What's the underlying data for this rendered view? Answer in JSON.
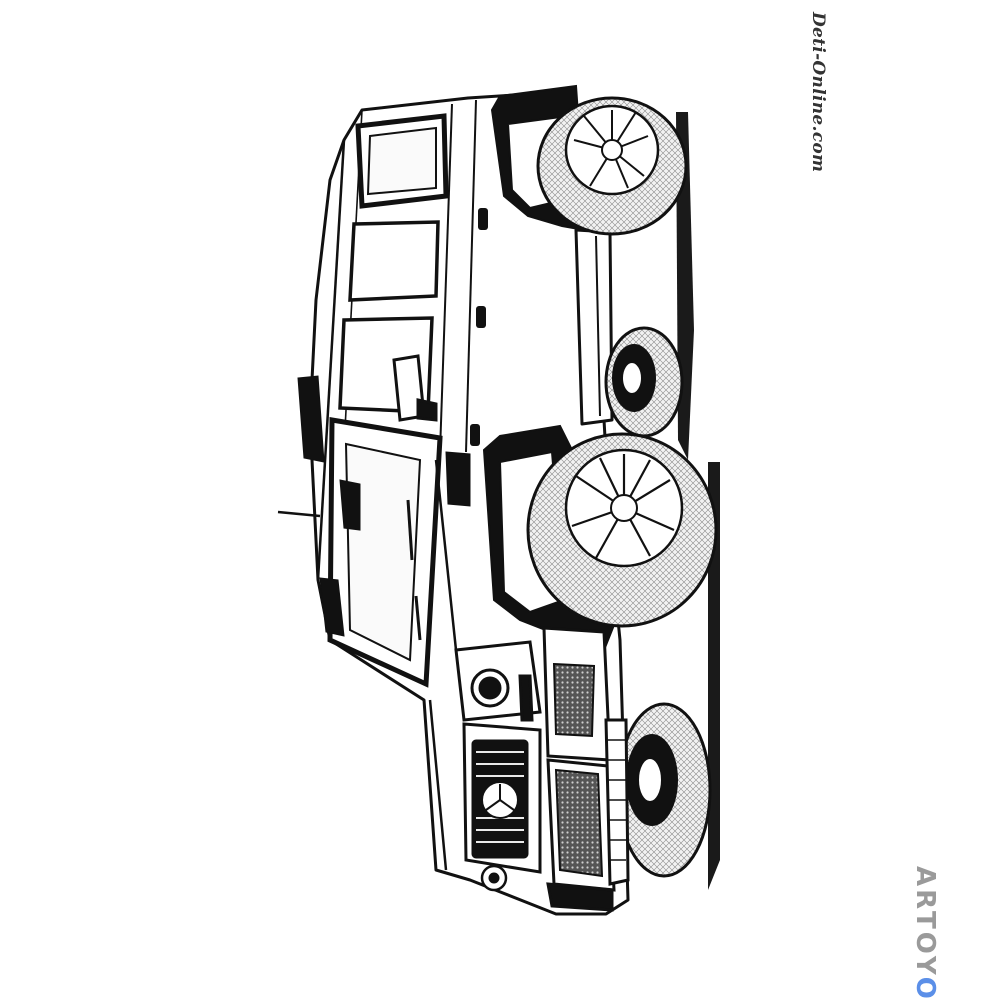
{
  "image": {
    "subject": "line-art-off-road-suv",
    "style": "black-and-white coloring page",
    "colors": {
      "background": "#ffffff",
      "ink": "#111111",
      "tire": "#f2f2f2",
      "watermark_grey": "#9a9a9a",
      "watermark_accent": "#5b8fe8"
    }
  },
  "watermarks": {
    "top_right": "Deti-Online.com",
    "bottom_right_main": "ARTOY",
    "bottom_right_accent": "O"
  }
}
